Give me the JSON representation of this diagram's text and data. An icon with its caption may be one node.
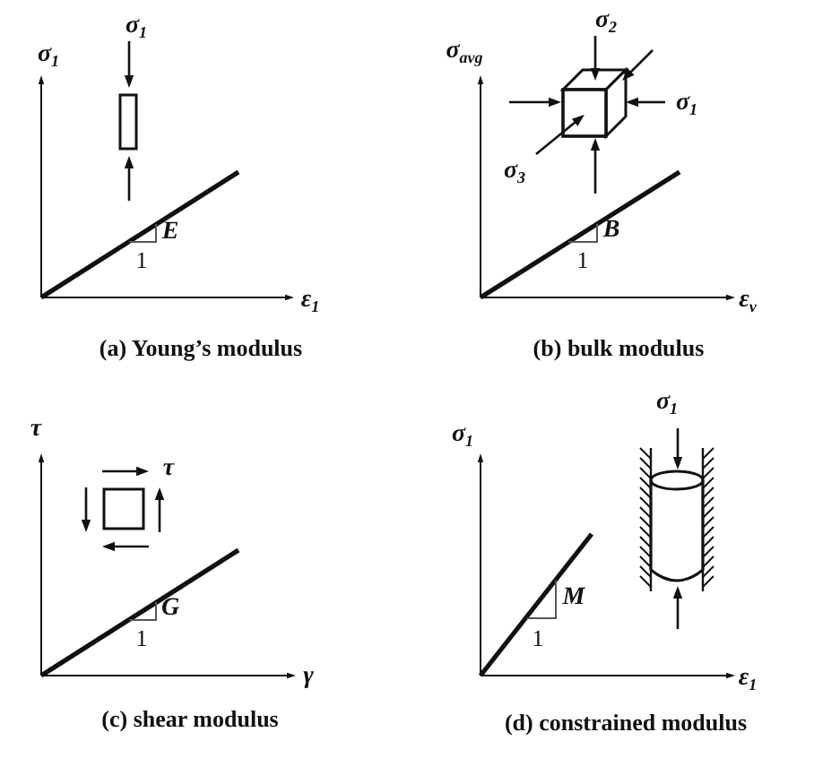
{
  "diagram": {
    "labels": [
      "σ$_{1}$",
      "σ$_{1}$",
      "E",
      "1",
      "ε$_{1}$",
      "(a) Young’s modulus",
      "σ$_{avg}$",
      "σ$_{2}$",
      "σ$_{1}$",
      "σ$_{3}$",
      "B",
      "1",
      "ε$_{v}$",
      "(b) bulk modulus",
      "τ",
      "τ",
      "G",
      "1",
      "γ",
      "(c) shear modulus",
      "σ$_{1}$",
      "σ$_{1}$",
      "M",
      "1",
      "ε$_{1}$",
      "(d) constrained modulus"
    ]
  }
}
